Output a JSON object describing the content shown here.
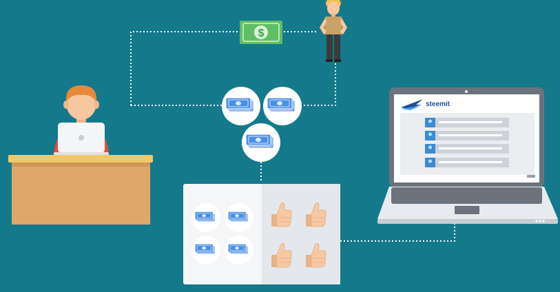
{
  "scene": {
    "background_color": "#15798c",
    "connector_color": "#ffffff",
    "bill_symbol": "$",
    "brand_name": "steemit",
    "colors": {
      "bill_green": "#5fbf63",
      "bill_blue": "#3f7fd6",
      "desk_top": "#f2c76b",
      "desk_body": "#dfa86a",
      "skin": "#f7c89f",
      "hair": "#e8893a",
      "shirt_red": "#e74c3c",
      "laptop_grey": "#6d737c",
      "screen_panel": "#ebedf0",
      "avatar_blue": "#3a8bd8",
      "thumb_skin": "#f6c9a4"
    },
    "icons": {
      "payer": "person-standing-icon",
      "cash": "dollar-bill-icon",
      "reward_bills": "money-stack-icon",
      "likes": "thumbs-up-icon",
      "author": "person-at-desk-icon",
      "platform": "laptop-icon"
    },
    "feed_rows": 4,
    "reward_grid": {
      "money_items": 4,
      "thumb_items": 4
    }
  }
}
